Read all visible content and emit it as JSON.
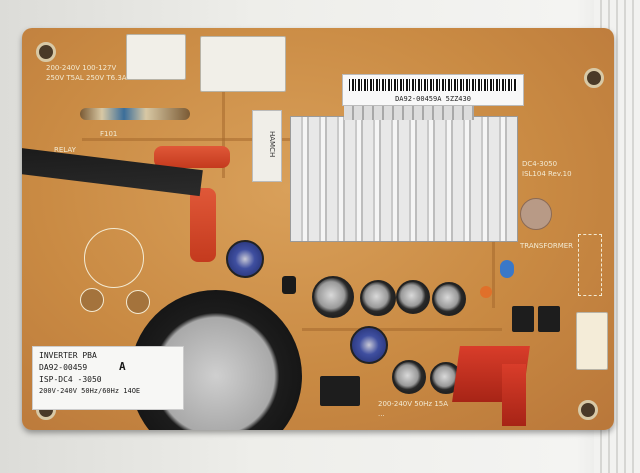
{
  "board": {
    "label_lines": [
      "INVERTER PBA",
      "DA92-00459",
      "ISP-DC4 -3050",
      "200V-240V 50Hz/60Hz 14OE"
    ],
    "label_grade": "A",
    "barcode_text": "DA92-00459A 5ZZ430",
    "silk_voltage_lines": [
      "200-240V  100-127V",
      "250V T5AL  250V T6.3AL"
    ],
    "silk_model_lines": [
      "DC4-3050",
      "ISL104  Rev.10"
    ],
    "silk_bottom_lines": [
      "200-240V 50Hz 15A",
      "..."
    ],
    "transistor_mark": "HAMCH",
    "silk_left": "RELAY",
    "silk_fuse": "F101",
    "silk_right": "TRANSFORMER"
  },
  "colors": {
    "board": "#c98a43",
    "heatsink": "#d9d9d9",
    "capacitor_body": "#1c1c1c",
    "film_cap": "#d64a2c"
  }
}
